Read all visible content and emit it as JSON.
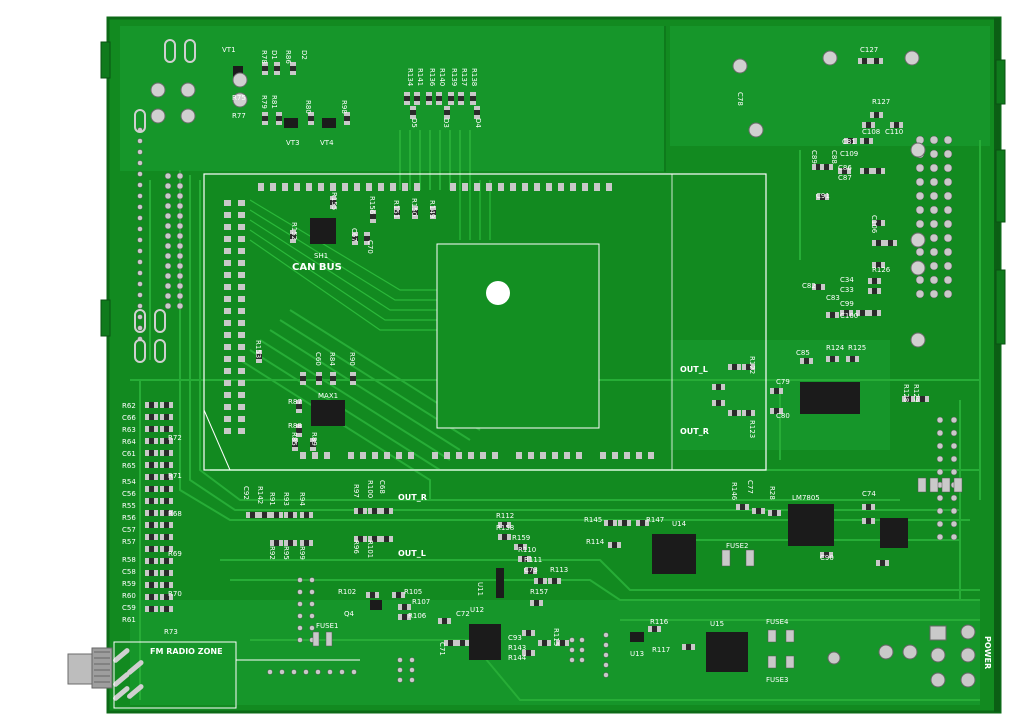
{
  "board": {
    "colors": {
      "board": "#128a20",
      "copper": "#1ea52b",
      "trace": "#2bb83a",
      "silkscreen": "#ffffff",
      "pad": "#c9c9c9",
      "ic": "#1b1b1b",
      "background": "#ffffff"
    },
    "zone_labels": {
      "can_bus": "CAN BUS",
      "fm_radio_zone": "FM RADIO ZONE",
      "out_l_right": "OUT_L",
      "out_r_right": "OUT_R",
      "out_r_mid": "OUT_R",
      "out_l_mid": "OUT_L",
      "power": "POWER"
    },
    "components": {
      "vt1": "VT1",
      "vt3": "VT3",
      "vt4": "VT4",
      "d1": "D1",
      "d2": "D2",
      "r75": "R75",
      "r77": "R77",
      "r78": "R78",
      "r79": "R79",
      "r80": "R80",
      "r81": "R81",
      "r86": "R86",
      "r134": "R134",
      "r136": "R136",
      "r137": "R137",
      "r138": "R138",
      "r139": "R139",
      "r140": "R140",
      "r141": "R141",
      "d3": "D3",
      "d4": "D4",
      "d5": "D5",
      "c127": "C127",
      "c78": "C78",
      "r127": "R127",
      "c108": "C108",
      "c110": "C110",
      "c81": "C81",
      "c86": "C86",
      "c89": "C89",
      "c91": "C91",
      "c87": "C87",
      "c88": "C88",
      "c109": "C109",
      "c106": "C106",
      "r126": "R126",
      "c34": "C34",
      "c33": "C33",
      "c82": "C82",
      "c83": "C83",
      "c99": "C99",
      "c100": "C100",
      "c85": "C85",
      "r124": "R124",
      "r125": "R125",
      "c79": "C79",
      "c80": "C80",
      "r128": "R128",
      "r129": "R129",
      "r122": "R122",
      "r123": "R123",
      "r152": "R152",
      "r155": "R155",
      "r156": "R156",
      "r151": "R151",
      "r150": "R150",
      "r149": "R149",
      "c70": "C70",
      "c67": "C67",
      "sh1": "SH1",
      "r153": "R153",
      "max1": "MAX1",
      "r87": "R87",
      "r88": "R88",
      "r85": "R85",
      "r89": "R89",
      "c60": "C60",
      "r84": "R84",
      "r90": "R90",
      "r62": "R62",
      "c66": "C66",
      "r63": "R63",
      "r64": "R64",
      "c61": "C61",
      "r65": "R65",
      "r72": "R72",
      "r71": "R71",
      "r54": "R54",
      "c56": "C56",
      "r55": "R55",
      "r56": "R56",
      "c57": "C57",
      "r57": "R57",
      "r68": "R68",
      "r58": "R58",
      "c58": "C58",
      "r59": "R59",
      "r60": "R60",
      "c59": "C59",
      "r61": "R61",
      "r69": "R69",
      "r70": "R70",
      "r73": "R73",
      "c92": "C92",
      "r142": "R142",
      "r143": "R143",
      "r144": "R144",
      "r97": "R97",
      "r100": "R100",
      "c68": "C68",
      "r96": "R96",
      "r101": "R101",
      "r102": "R102",
      "r105": "R105",
      "r107": "R107",
      "r106": "R106",
      "q4": "Q4",
      "fuse1": "FUSE1",
      "fuse2": "FUSE2",
      "fuse3": "FUSE3",
      "fuse4": "FUSE4",
      "r112": "R112",
      "r158": "R158",
      "r159": "R159",
      "r110": "R110",
      "r111": "R111",
      "u11": "U11",
      "u12": "U12",
      "c72": "C72",
      "c71": "C71",
      "c73": "C73",
      "r157": "R157",
      "r113": "R113",
      "r115": "R115",
      "c93": "C93",
      "r145": "R145",
      "r147": "R147",
      "r114": "R114",
      "u14": "U14",
      "r146": "R146",
      "c77": "C77",
      "r28": "R28",
      "lm7805": "LM7805",
      "c74": "C74",
      "c90": "C90",
      "r116": "R116",
      "u13": "U13",
      "r117": "R117",
      "u15": "U15",
      "r92": "R92",
      "r91": "R91",
      "r93": "R93",
      "r94": "R94",
      "r95": "R95",
      "r98": "R98",
      "r99": "R99"
    }
  }
}
